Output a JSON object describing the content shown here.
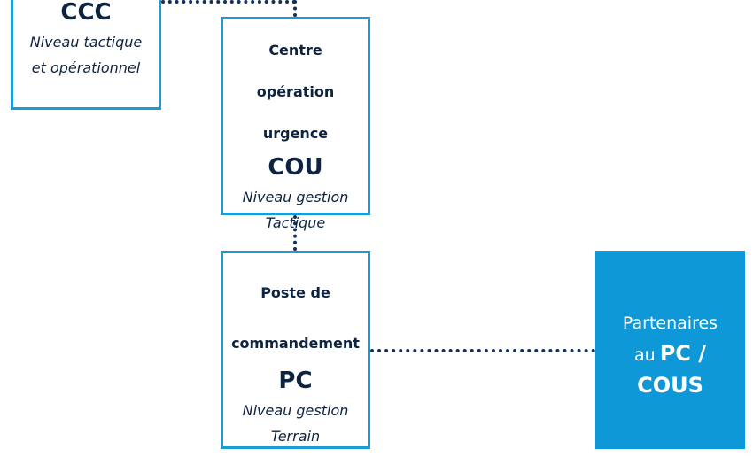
{
  "ccc": {
    "acronym": "CCC",
    "level": [
      "Niveau tactique",
      "et opérationnel"
    ]
  },
  "cou": {
    "title": [
      "Centre",
      "opération",
      "urgence"
    ],
    "acronym": "COU",
    "level": [
      "Niveau gestion",
      "Tactique"
    ]
  },
  "pc": {
    "title": [
      "Poste de",
      "commandement"
    ],
    "acronym": "PC",
    "level": [
      "Niveau gestion",
      "Terrain"
    ]
  },
  "partners": {
    "line1": "Partenaires",
    "line2_prefix": "au",
    "line2_main": "PC /",
    "line3": "COUS"
  },
  "colors": {
    "accent": "#1a9ad6",
    "fill": "#0f98d8",
    "text": "#0d2340",
    "connector": "#13305a"
  }
}
